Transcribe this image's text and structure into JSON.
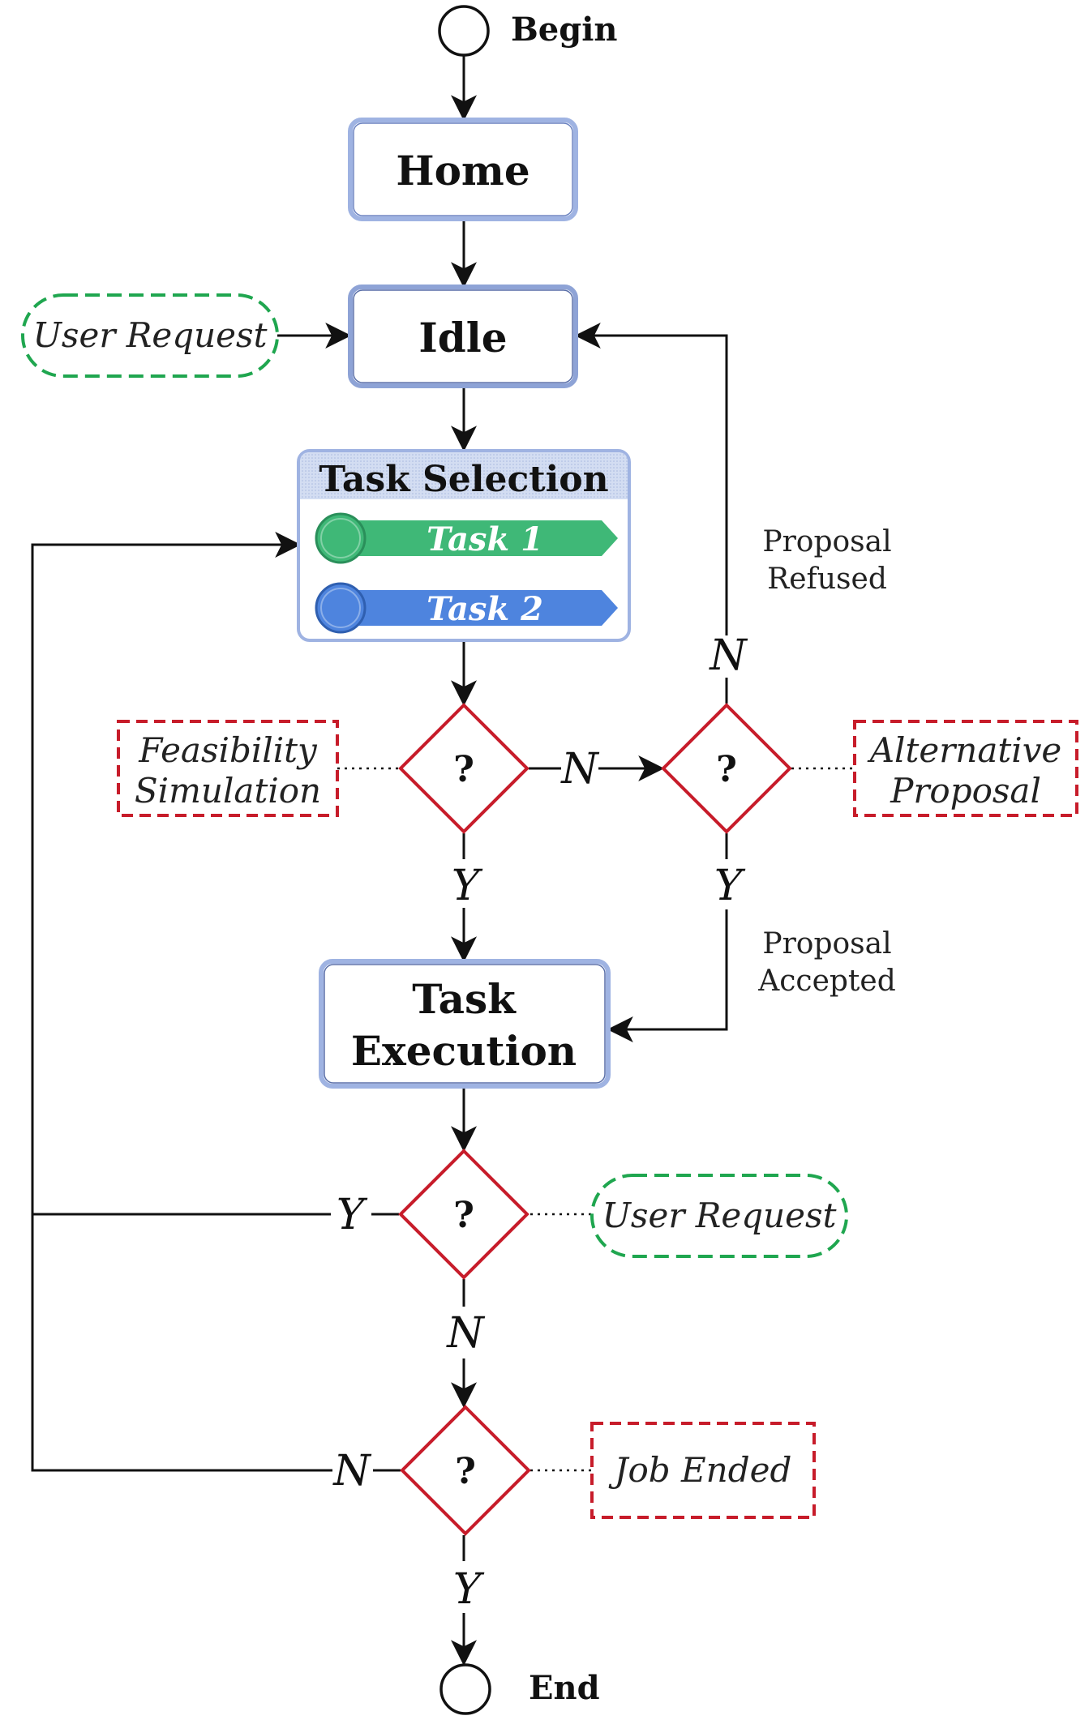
{
  "colors": {
    "state_border": "#7b93cf",
    "state_inner": "#5a6fa8",
    "decision": "#c71c2a",
    "green_dashed": "#1fa64f",
    "red_dashed": "#c71c2a",
    "task1": "#3fb877",
    "task2": "#4e84de",
    "panel_header": "#c9d6f0"
  },
  "terminals": {
    "begin": "Begin",
    "end": "End"
  },
  "states": {
    "home": "Home",
    "idle": "Idle",
    "task_selection": "Task Selection",
    "task_execution_line1": "Task",
    "task_execution_line2": "Execution"
  },
  "tasks": [
    {
      "label": "Task 1",
      "color": "#3fb877",
      "icon": "circle-icon"
    },
    {
      "label": "Task 2",
      "color": "#4e84de",
      "icon": "circle-icon"
    }
  ],
  "events": {
    "user_request_top": "User Request",
    "user_request_bottom": "User Request"
  },
  "conditions": {
    "feasibility_line1": "Feasibility",
    "feasibility_line2": "Simulation",
    "alternative_line1": "Alternative",
    "alternative_line2": "Proposal",
    "job_ended": "Job Ended"
  },
  "decision_symbol": "?",
  "branch_labels": {
    "yes": "Y",
    "no": "N"
  },
  "annotations": {
    "refused_line1": "Proposal",
    "refused_line2": "Refused",
    "accepted_line1": "Proposal",
    "accepted_line2": "Accepted"
  }
}
